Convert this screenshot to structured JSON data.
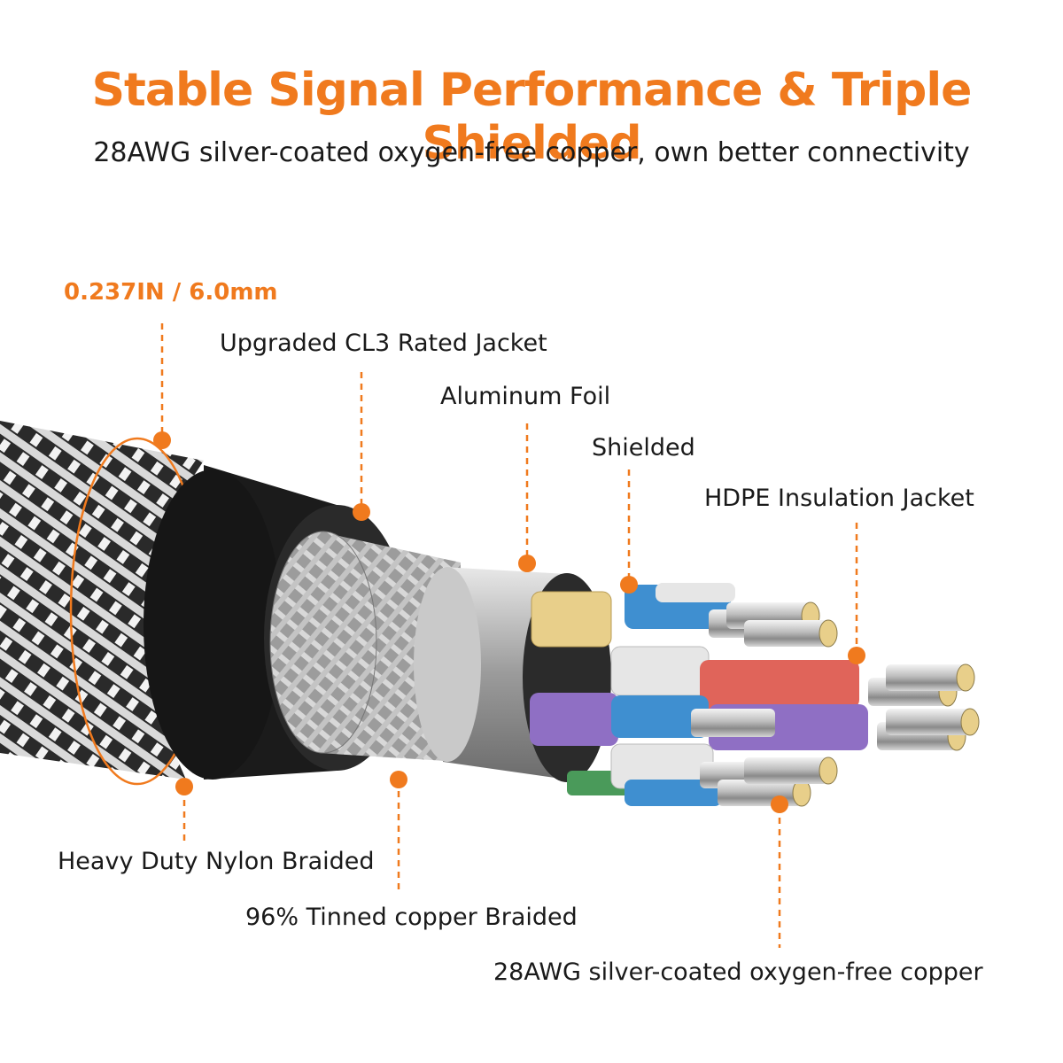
{
  "header": {
    "title": "Stable Signal Performance & Triple Shielded",
    "subtitle": "28AWG silver-coated oxygen-free copper, own better connectivity"
  },
  "callouts": {
    "diameter": "0.237IN / 6.0mm",
    "jacket": "Upgraded CL3 Rated Jacket",
    "foil": "Aluminum Foil",
    "shielded": "Shielded",
    "hdpe": "HDPE Insulation Jacket",
    "nylon": "Heavy Duty Nylon Braided",
    "tinned": "96% Tinned copper Braided",
    "copper": "28AWG silver-coated oxygen-free copper"
  },
  "colors": {
    "accent": "#f07a1e",
    "text": "#1a1a1a",
    "jacket": "#1b1b1b",
    "wire_blue": "#3f8fd0",
    "wire_red": "#e0645a",
    "wire_purple": "#8f6fc4",
    "wire_gold": "#e8cf8a",
    "wire_white": "#e6e6e6",
    "wire_green": "#4a9a5a"
  }
}
